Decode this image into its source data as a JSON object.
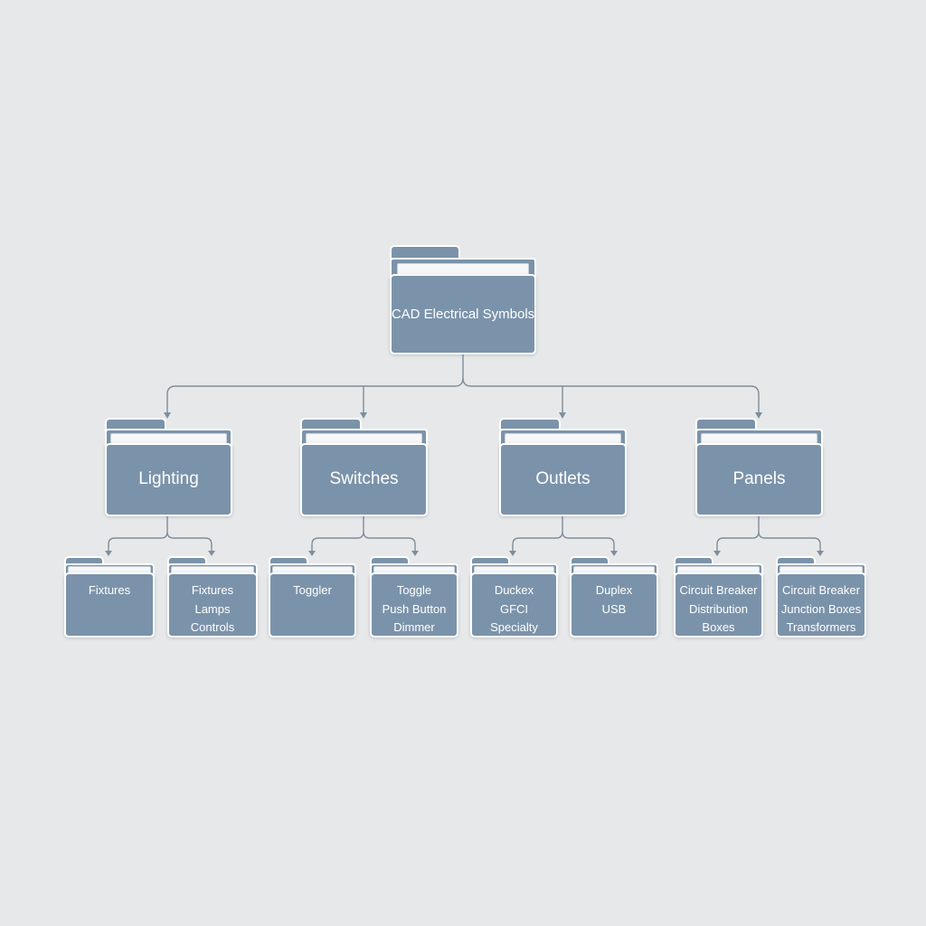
{
  "colors": {
    "background": "#e7e8e9",
    "folder": "#7b93aa",
    "folder_border": "#ffffff",
    "connector": "#7f8e9b"
  },
  "root": {
    "label": "CAD Electrical Symbols",
    "icon": "folder-icon"
  },
  "categories": [
    {
      "label": "Lighting",
      "children": [
        {
          "lines": [
            "Fixtures"
          ]
        },
        {
          "lines": [
            "Fixtures",
            "Lamps",
            "Controls"
          ]
        }
      ]
    },
    {
      "label": "Switches",
      "children": [
        {
          "lines": [
            "Toggler"
          ]
        },
        {
          "lines": [
            "Toggle",
            "Push Button",
            "Dimmer"
          ]
        }
      ]
    },
    {
      "label": "Outlets",
      "children": [
        {
          "lines": [
            "Duckex",
            "GFCI",
            "Specialty"
          ]
        },
        {
          "lines": [
            "Duplex",
            "USB"
          ]
        }
      ]
    },
    {
      "label": "Panels",
      "children": [
        {
          "lines": [
            "Circuit Breaker",
            "Distribution",
            "Boxes"
          ]
        },
        {
          "lines": [
            "Circuit Breaker",
            "Junction Boxes",
            "Transformers"
          ]
        }
      ]
    }
  ]
}
